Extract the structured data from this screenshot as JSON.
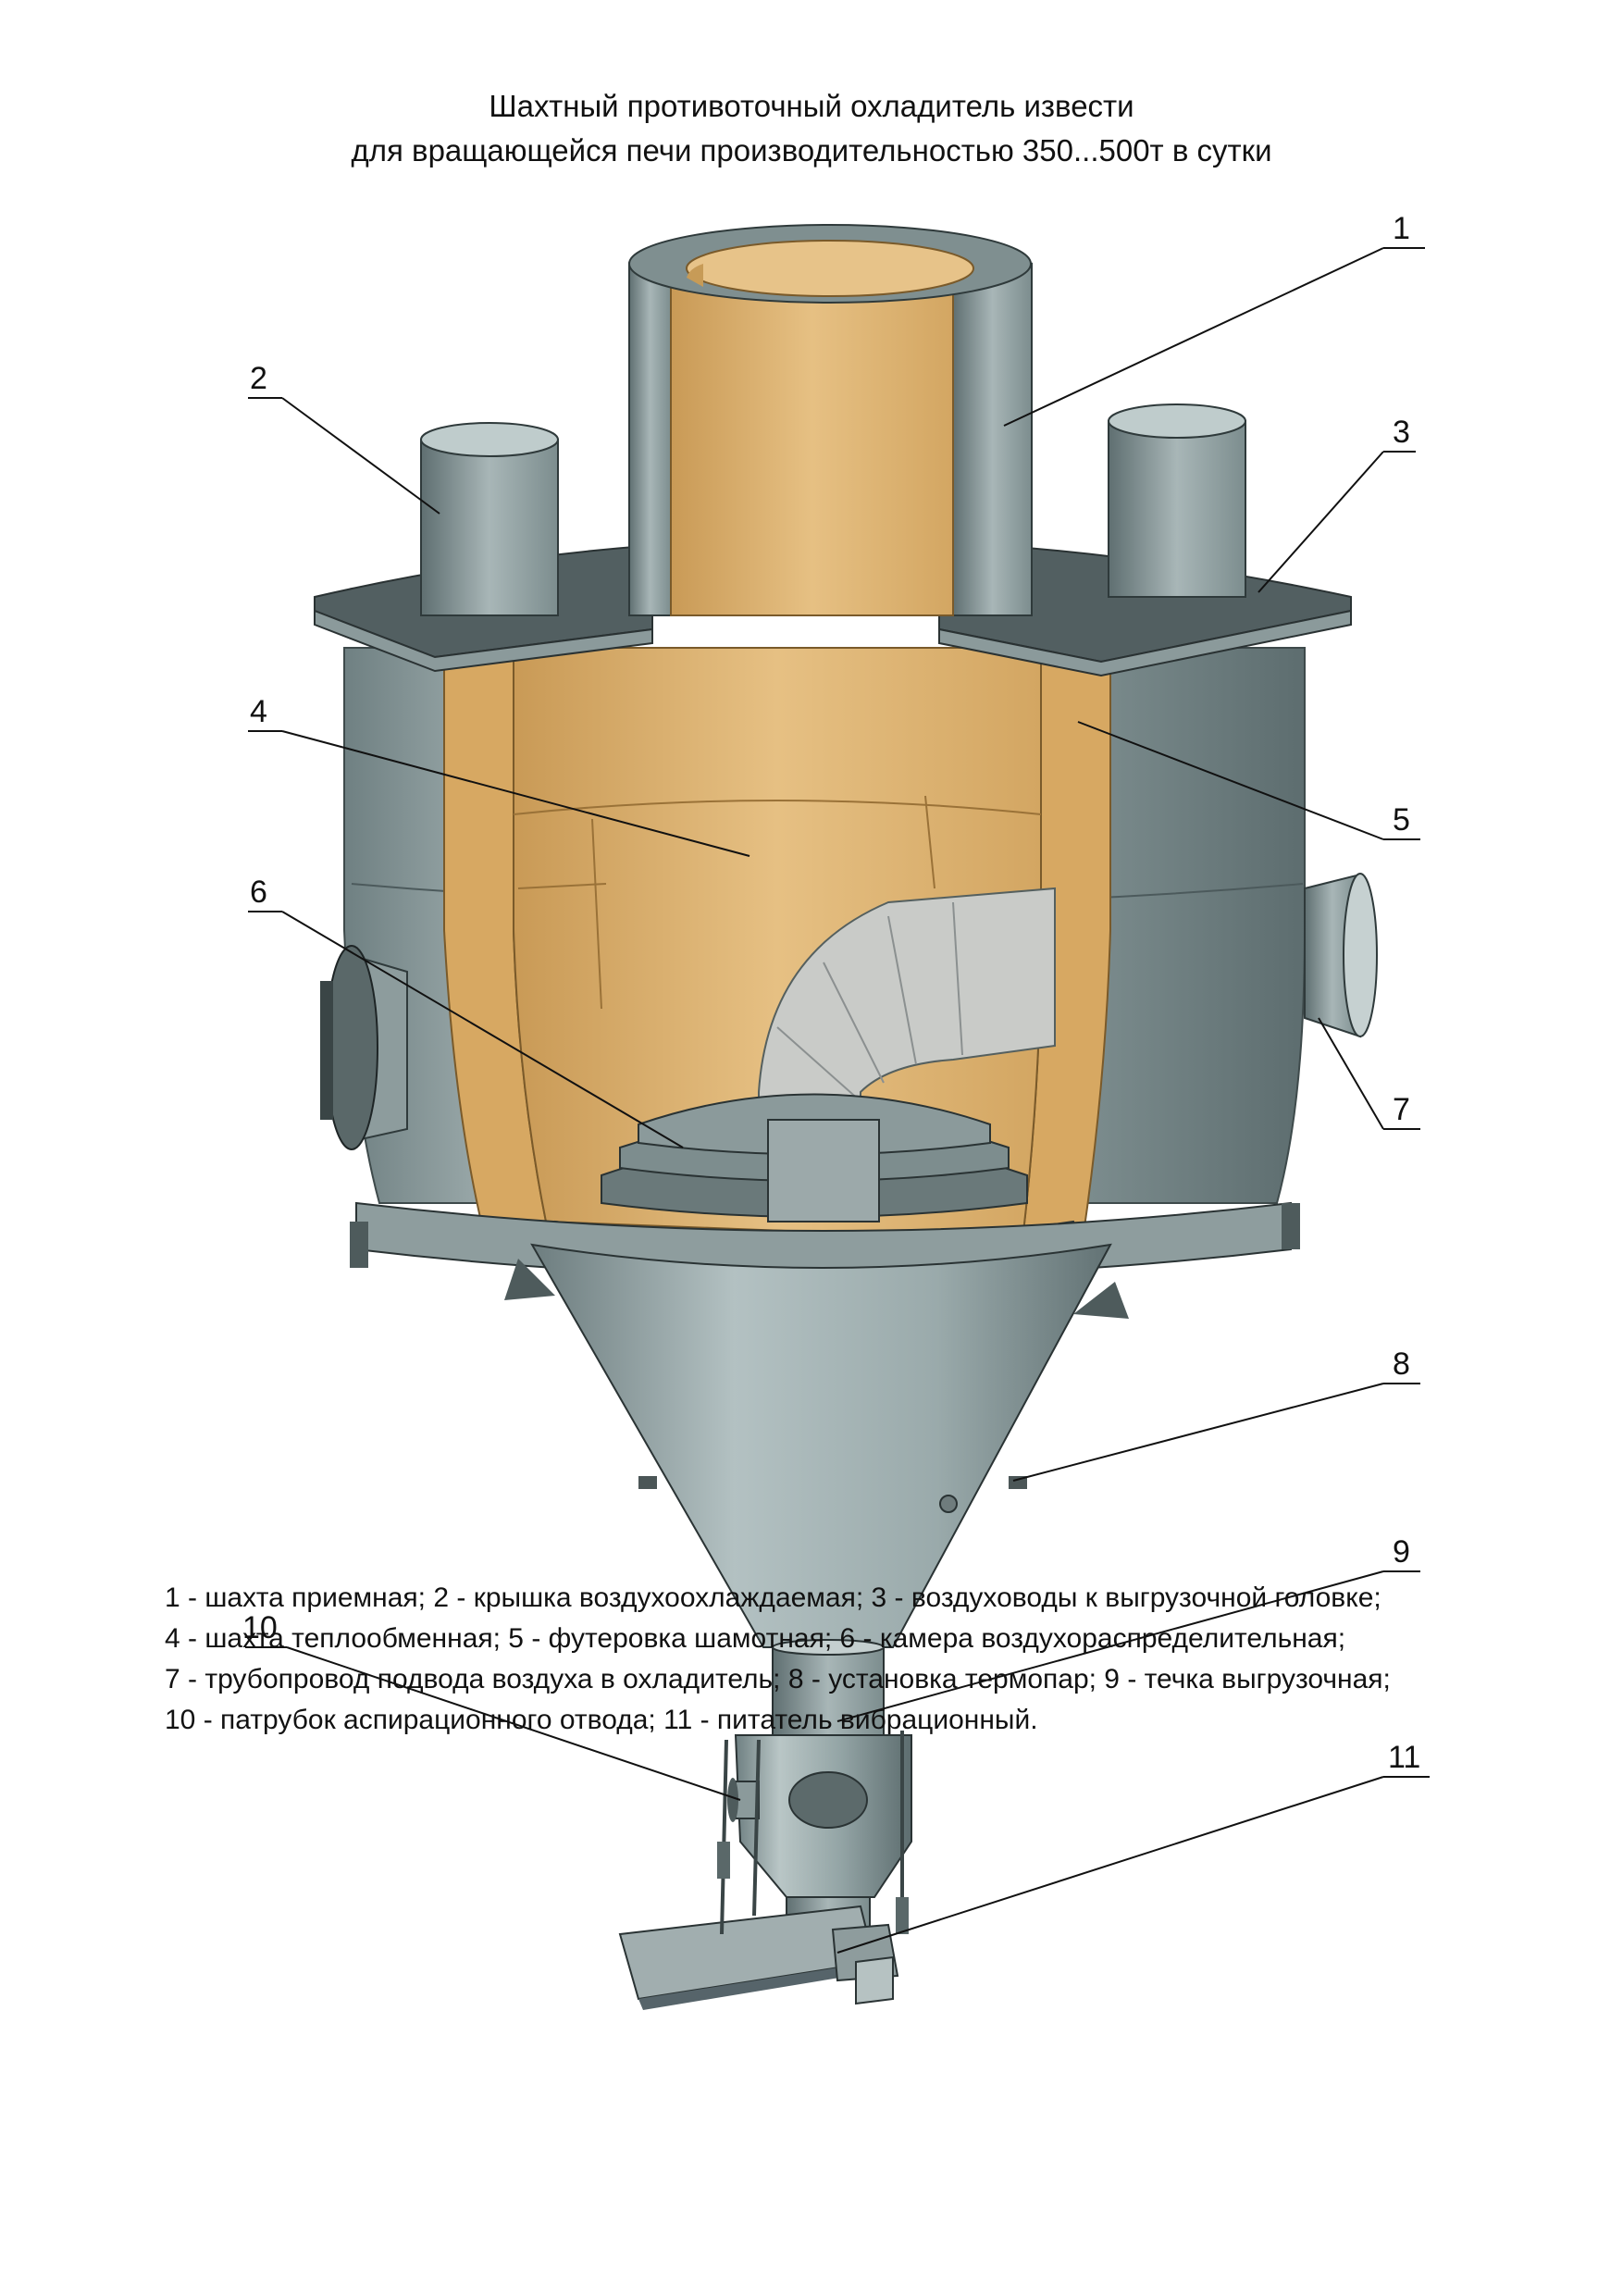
{
  "title": {
    "line1": "Шахтный противоточный охладитель извести",
    "line2": "для вращающейся печи производительностью 350...500т в сутки"
  },
  "callouts": [
    "1",
    "2",
    "3",
    "4",
    "5",
    "6",
    "7",
    "8",
    "9",
    "10",
    "11"
  ],
  "legend": [
    "1 -  шахта приемная; 2 - крышка воздухоохлаждаемая; 3 - воздуховоды к выгрузочной головке;",
    "4 - шахта теплообменная; 5 - футеровка шамотная; 6 - камера воздухораспределительная;",
    "7 - трубопровод подвода воздуха в охладитель; 8 - установка термопар; 9 - течка выгрузочная;",
    "10 - патрубок аспирационного отвода; 11 - питатель вибрационный."
  ],
  "colors": {
    "steel": "#8e9fa0",
    "steel_dark": "#5c6c6e",
    "steel_light": "#c4d0d0",
    "lining": "#d8ac68",
    "lining_light": "#e8c487",
    "lid": "#4f5c5e",
    "refractory": "#d5d6d4"
  }
}
